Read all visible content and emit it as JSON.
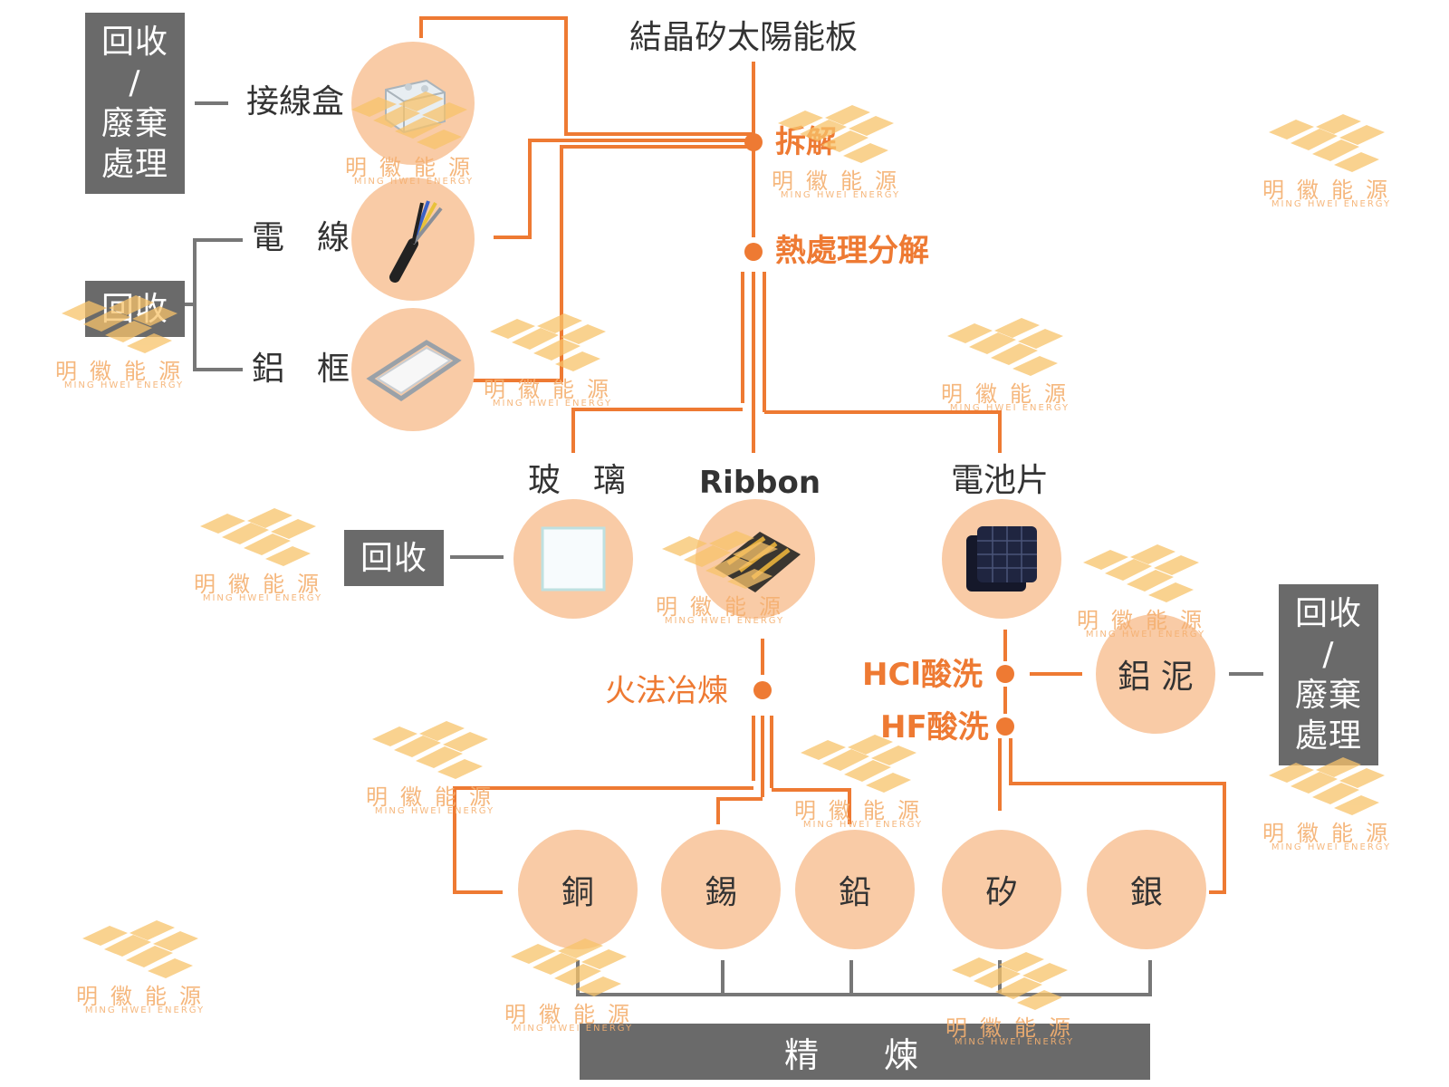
{
  "title": "結晶矽太陽能板",
  "boxes": {
    "recycle_dispose_top": [
      "回收",
      "/",
      "廢棄",
      "處理"
    ],
    "recycle_left": "回收",
    "recycle_glass": "回收",
    "recycle_dispose_right": [
      "回收",
      "/",
      "廢棄",
      "處理"
    ]
  },
  "components": {
    "junction_box": "接線盒",
    "cable": "電　線",
    "al_frame": "鋁　框"
  },
  "processes": {
    "dismantle": "拆解",
    "thermal": "熱處理分解",
    "smelting": "火法冶煉",
    "hcl": "HCl酸洗",
    "hf": "HF酸洗"
  },
  "materials": {
    "glass": "玻　璃",
    "ribbon": "Ribbon",
    "cell": "電池片",
    "al_paste": "鋁 泥"
  },
  "metals": [
    "銅",
    "錫",
    "鉛",
    "矽",
    "銀"
  ],
  "refining": "精 煉",
  "watermark": {
    "cn": "明徽能源",
    "en": "MING HWEI ENERGY"
  },
  "colors": {
    "orange": "#ee7a33",
    "circle": "#f9cba6",
    "box": "#6a6a6a",
    "grey_line": "#777777"
  }
}
